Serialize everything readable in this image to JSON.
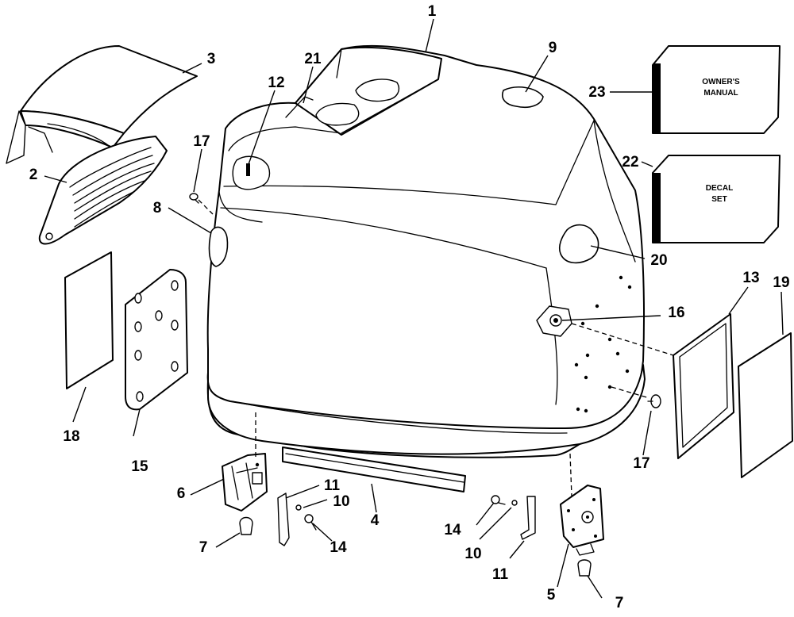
{
  "callouts": {
    "c1": "1",
    "c2": "2",
    "c3": "3",
    "c4": "4",
    "c5": "5",
    "c6": "6",
    "c7a": "7",
    "c7b": "7",
    "c8": "8",
    "c9": "9",
    "c10a": "10",
    "c10b": "10",
    "c11a": "11",
    "c11b": "11",
    "c12": "12",
    "c13": "13",
    "c14a": "14",
    "c14b": "14",
    "c15": "15",
    "c16": "16",
    "c17a": "17",
    "c17b": "17",
    "c18": "18",
    "c19": "19",
    "c20": "20",
    "c21": "21",
    "c22": "22",
    "c23": "23"
  },
  "boxes": {
    "owners_manual_line1": "OWNER'S",
    "owners_manual_line2": "MANUAL",
    "decal_set_line1": "DECAL",
    "decal_set_line2": "SET"
  },
  "colors": {
    "ink": "#000000",
    "paper": "#ffffff"
  }
}
